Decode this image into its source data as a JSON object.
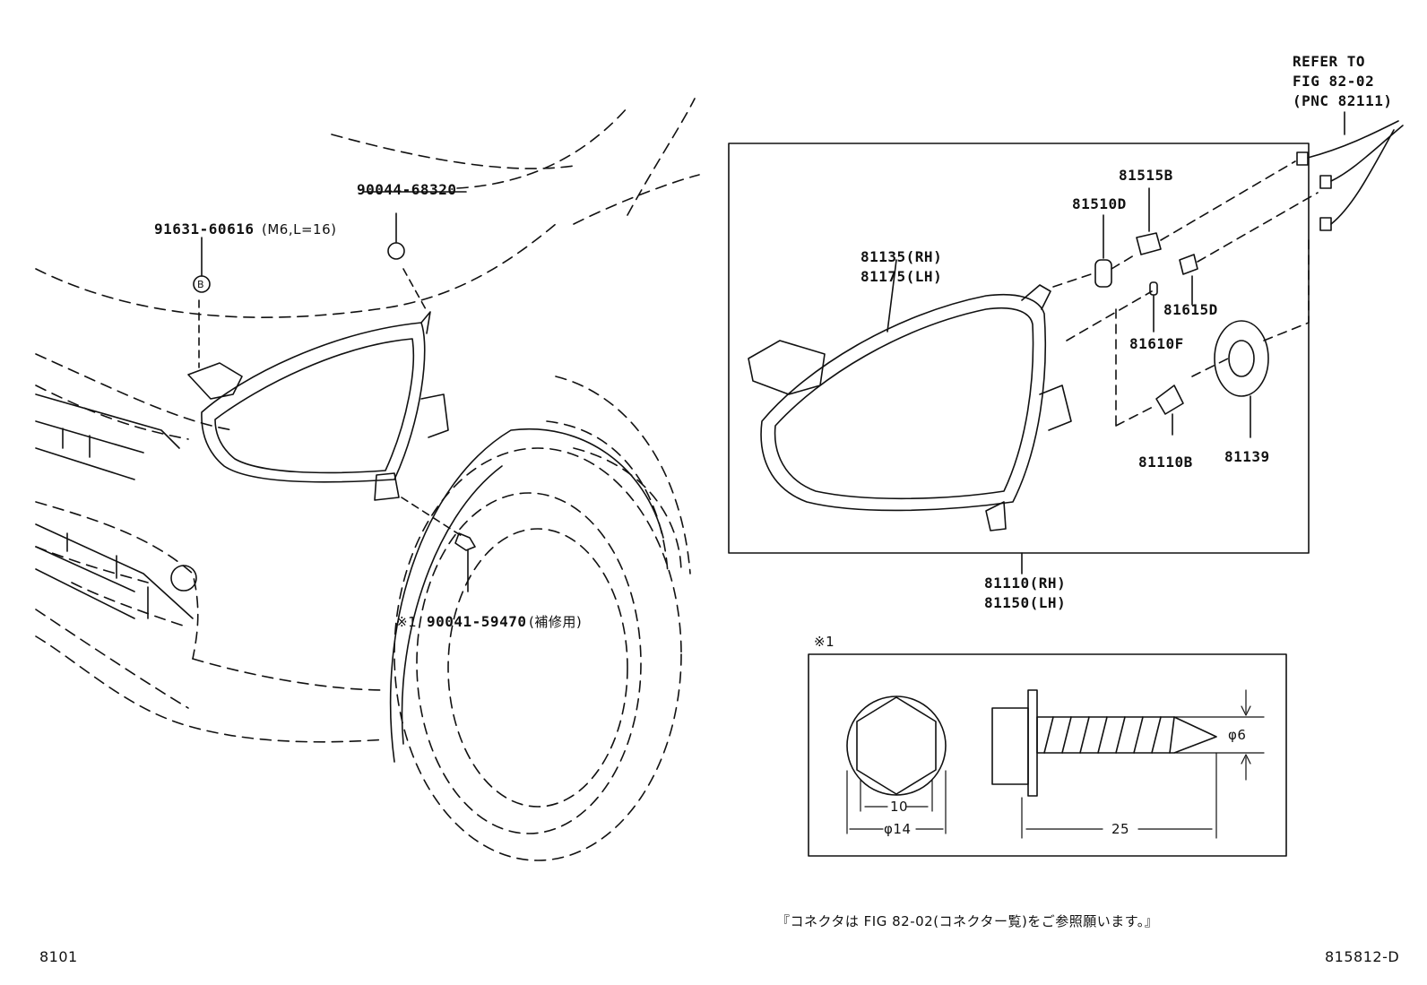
{
  "labels": {
    "p90044": "90044-68320",
    "p91631": "91631-60616",
    "p91631_spec": "(M6,L=16)",
    "callout_b": "B",
    "p90041_mark": "※1",
    "p90041": "90041-59470",
    "p90041_note": "(補修用)",
    "p81135": "81135(RH)",
    "p81175": "81175(LH)",
    "p81515b": "81515B",
    "p81510d": "81510D",
    "p81615d": "81615D",
    "p81610f": "81610F",
    "p81110b": "81110B",
    "p81139": "81139",
    "p81110": "81110(RH)",
    "p81150": "81150(LH)",
    "refer_1": "REFER TO",
    "refer_2": "FIG 82-02",
    "refer_3": "(PNC 82111)",
    "detail_mark": "※1",
    "dim_10": "10",
    "dim_14": "φ14",
    "dim_25": "25",
    "dim_6": "φ6"
  },
  "footer": {
    "note": "『コネクタは FIG 82-02(コネクター覧)をご参照願います。』",
    "page_left": "8101",
    "page_right": "815812-D"
  }
}
